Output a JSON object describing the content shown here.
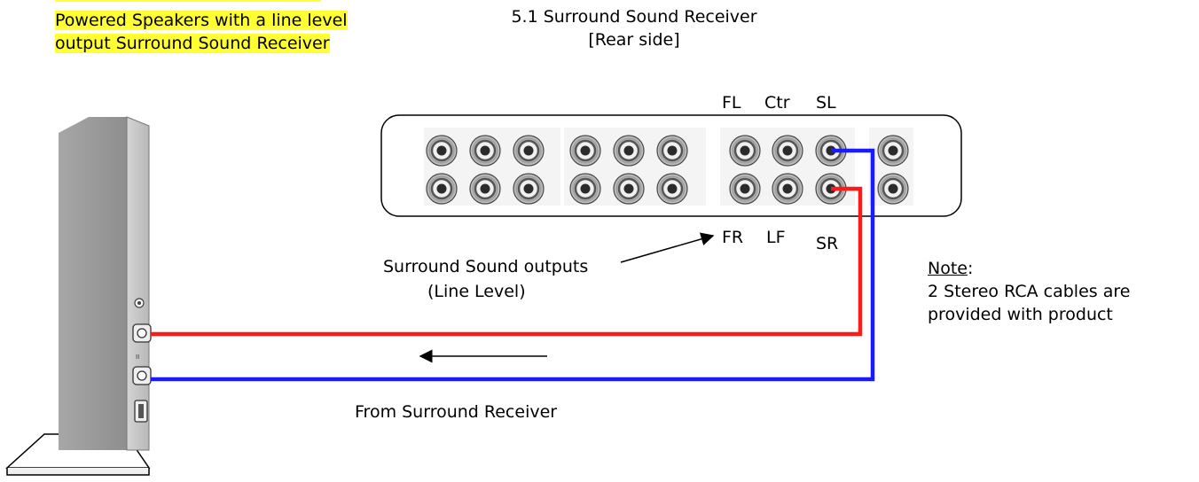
{
  "highlight_lines": [
    "Powered Speakers with a line level",
    "output Surround Sound Receiver"
  ],
  "receiver": {
    "title": "5.1 Surround Sound Receiver",
    "subtitle": "[Rear side]"
  },
  "channel_labels": {
    "fl": "FL",
    "ctr": "Ctr",
    "sl": "SL",
    "fr": "FR",
    "lf": "LF",
    "sr": "SR"
  },
  "outputs_label": {
    "line1": "Surround Sound outputs",
    "line2": "(Line Level)"
  },
  "note": {
    "heading": "Note",
    "colon": ":",
    "line1": "2 Stereo RCA cables are",
    "line2": "provided with product"
  },
  "from_label": "From Surround Receiver",
  "cable_colors": {
    "red": "#ff1a1a",
    "blue": "#1a1aff"
  }
}
